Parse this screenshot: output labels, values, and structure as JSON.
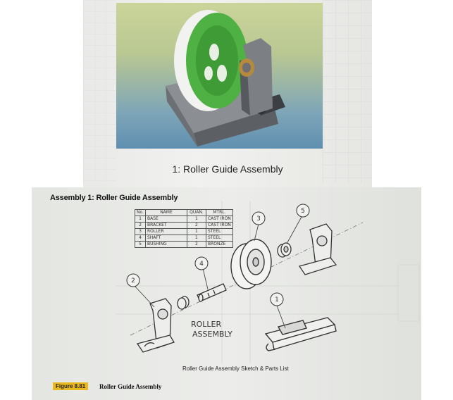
{
  "top_page": {
    "caption": "1: Roller Guide Assembly"
  },
  "assembly_sketch": {
    "heading": "Assembly 1: Roller Guide Assembly",
    "parts_table": {
      "headers": [
        "No.",
        "NAME",
        "QUAN.",
        "MTRL."
      ],
      "rows": [
        [
          "1",
          "BASE",
          "1",
          "CAST IRON"
        ],
        [
          "2",
          "BRACKET",
          "2",
          "CAST IRON"
        ],
        [
          "3",
          "ROLLER",
          "1",
          "STEEL"
        ],
        [
          "4",
          "SHAFT",
          "1",
          "STEEL"
        ],
        [
          "5",
          "BUSHING",
          "2",
          "BRONZE"
        ]
      ]
    },
    "balloons": [
      "1",
      "2",
      "3",
      "4",
      "5"
    ],
    "sketch_label_line1": "ROLLER",
    "sketch_label_line2": "ASSEMBLY",
    "caption": "Roller Guide Assembly Sketch & Parts List"
  },
  "figure": {
    "number": "Figure 8.81",
    "title": "Roller Guide Assembly"
  },
  "colors": {
    "figure_badge": "#e8b81e",
    "roller_green": "#4fb043",
    "render_background": "#b9c792"
  }
}
